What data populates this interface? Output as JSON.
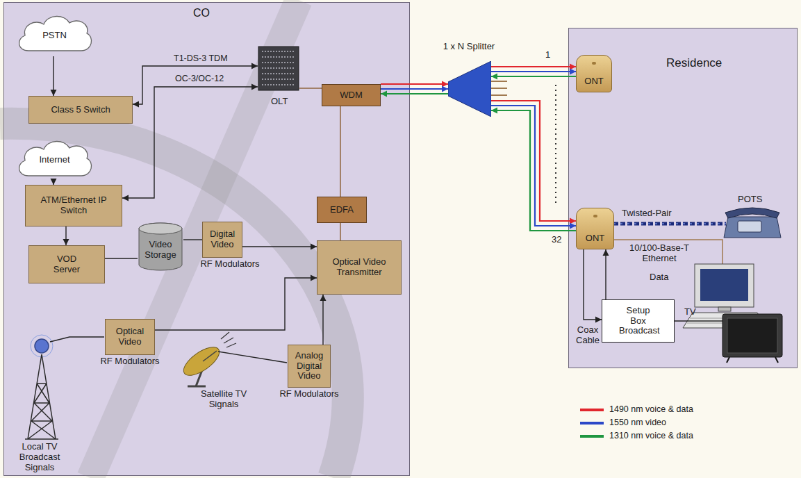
{
  "diagram": {
    "nodes": [
      {
        "text": [
          "CO"
        ]
      },
      {
        "text": [
          "PSTN"
        ],
        "in": 0
      },
      {
        "text": [
          "Class 5 Switch"
        ],
        "in": 0
      },
      {
        "text": [
          "Internet"
        ],
        "in": 0
      },
      {
        "text": [
          "ATM/Ethernet IP Switch"
        ],
        "in": 0
      },
      {
        "text": [
          "VOD Server"
        ],
        "in": 0
      },
      {
        "text": [
          "Video Storage"
        ],
        "in": 0
      },
      {
        "text": [
          "Digital Video",
          "RF Modulators"
        ],
        "in": 0
      },
      {
        "text": [
          "OLT"
        ],
        "in": 0
      },
      {
        "text": [
          "WDM"
        ],
        "in": 0
      },
      {
        "text": [
          "EDFA"
        ],
        "in": 0
      },
      {
        "text": [
          "Optical Video Transmitter"
        ],
        "in": 0
      },
      {
        "text": [
          "Optical Video",
          "RF Modulators"
        ],
        "in": 0
      },
      {
        "text": [
          "Analog Digital Video",
          "RF Modulators"
        ],
        "in": 0
      },
      {
        "text": [
          "1 x N Splitter"
        ]
      },
      {
        "text": [
          "Residence"
        ]
      },
      {
        "text": [
          "ONT"
        ],
        "in": 15
      },
      {
        "text": [
          "ONT"
        ],
        "in": 15
      },
      {
        "text": [
          "Setup Box Broadcast"
        ],
        "in": 15
      }
    ],
    "edges": [
      {
        "from": 1,
        "to": 2,
        "arrow": "to"
      },
      {
        "from": 2,
        "to": 8,
        "label": "T1-DS-3 TDM",
        "arrow": "both"
      },
      {
        "from": 3,
        "to": 4,
        "arrow": "to"
      },
      {
        "from": 4,
        "to": 8,
        "label": "OC-3/OC-12",
        "arrow": "both"
      },
      {
        "from": 4,
        "to": 5,
        "arrow": "to"
      },
      {
        "from": 5,
        "to": 6,
        "arrow": "none"
      },
      {
        "from": 6,
        "to": 7,
        "arrow": "none"
      },
      {
        "from": 7,
        "to": 11,
        "arrow": "to"
      },
      {
        "from": 12,
        "to": 11,
        "arrow": "to"
      },
      {
        "from": 13,
        "to": 11,
        "arrow": "to"
      },
      {
        "from": 11,
        "to": 10,
        "arrow": "none"
      },
      {
        "from": 10,
        "to": 9,
        "arrow": "none"
      },
      {
        "from": 8,
        "to": 9,
        "arrow": "none"
      },
      {
        "from": 9,
        "to": 14,
        "arrow": "both"
      },
      {
        "from": 14,
        "to": 16,
        "arrow": "both"
      },
      {
        "from": 14,
        "to": 17,
        "arrow": "both"
      },
      {
        "from": 17,
        "to": 18,
        "arrow": "to"
      },
      {
        "from": 18,
        "to": 17,
        "arrow": "to"
      }
    ],
    "labels": [
      "Local TV Broadcast Signals",
      "Satellite TV Signals",
      "1",
      "32",
      "POTS",
      "Twisted-Pair",
      "10/100-Base-T Ethernet",
      "Data",
      "Coax Cable",
      "TV"
    ],
    "legend": [
      {
        "text": "1490 nm voice & data",
        "color": "#e1262d"
      },
      {
        "text": "1550 nm video",
        "color": "#2b48c8"
      },
      {
        "text": "1310 nm voice & data",
        "color": "#1e9640"
      }
    ]
  }
}
